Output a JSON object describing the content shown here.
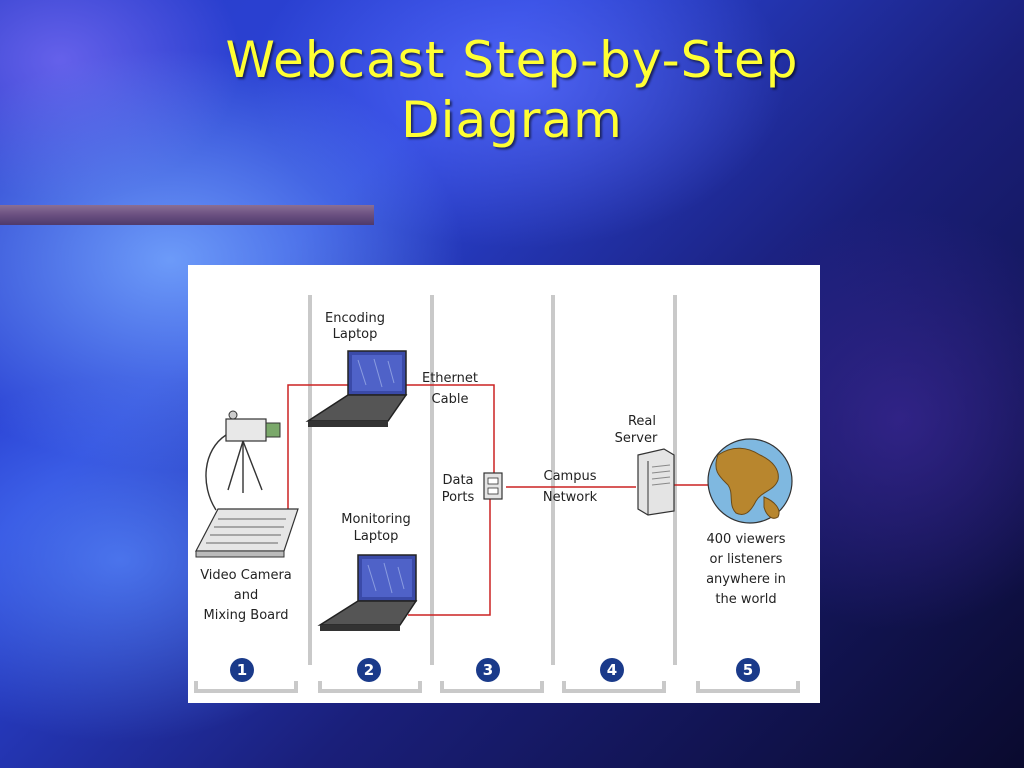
{
  "slide": {
    "title_line1": "Webcast Step-by-Step",
    "title_line2": "Diagram"
  },
  "diagram": {
    "labels": {
      "encoding_line1": "Encoding",
      "encoding_line2": "Laptop",
      "ethernet_line1": "Ethernet",
      "ethernet_line2": "Cable",
      "real_line1": "Real",
      "real_line2": "Server",
      "data_line1": "Data",
      "data_line2": "Ports",
      "campus_line1": "Campus",
      "campus_line2": "Network",
      "monitoring_line1": "Monitoring",
      "monitoring_line2": "Laptop",
      "video_line1": "Video Camera",
      "video_line2": "and",
      "video_line3": "Mixing Board",
      "viewers_line1": "400 viewers",
      "viewers_line2": "or listeners",
      "viewers_line3": "anywhere in",
      "viewers_line4": "the world"
    },
    "steps": [
      "1",
      "2",
      "3",
      "4",
      "5"
    ],
    "colors": {
      "connection_line": "#cc2222",
      "step_circle": "#1a3a8a",
      "title_text": "#ffff33"
    },
    "icons": [
      "video-camera-icon",
      "mixing-board-icon",
      "laptop-icon",
      "data-port-icon",
      "server-icon",
      "globe-icon"
    ]
  }
}
